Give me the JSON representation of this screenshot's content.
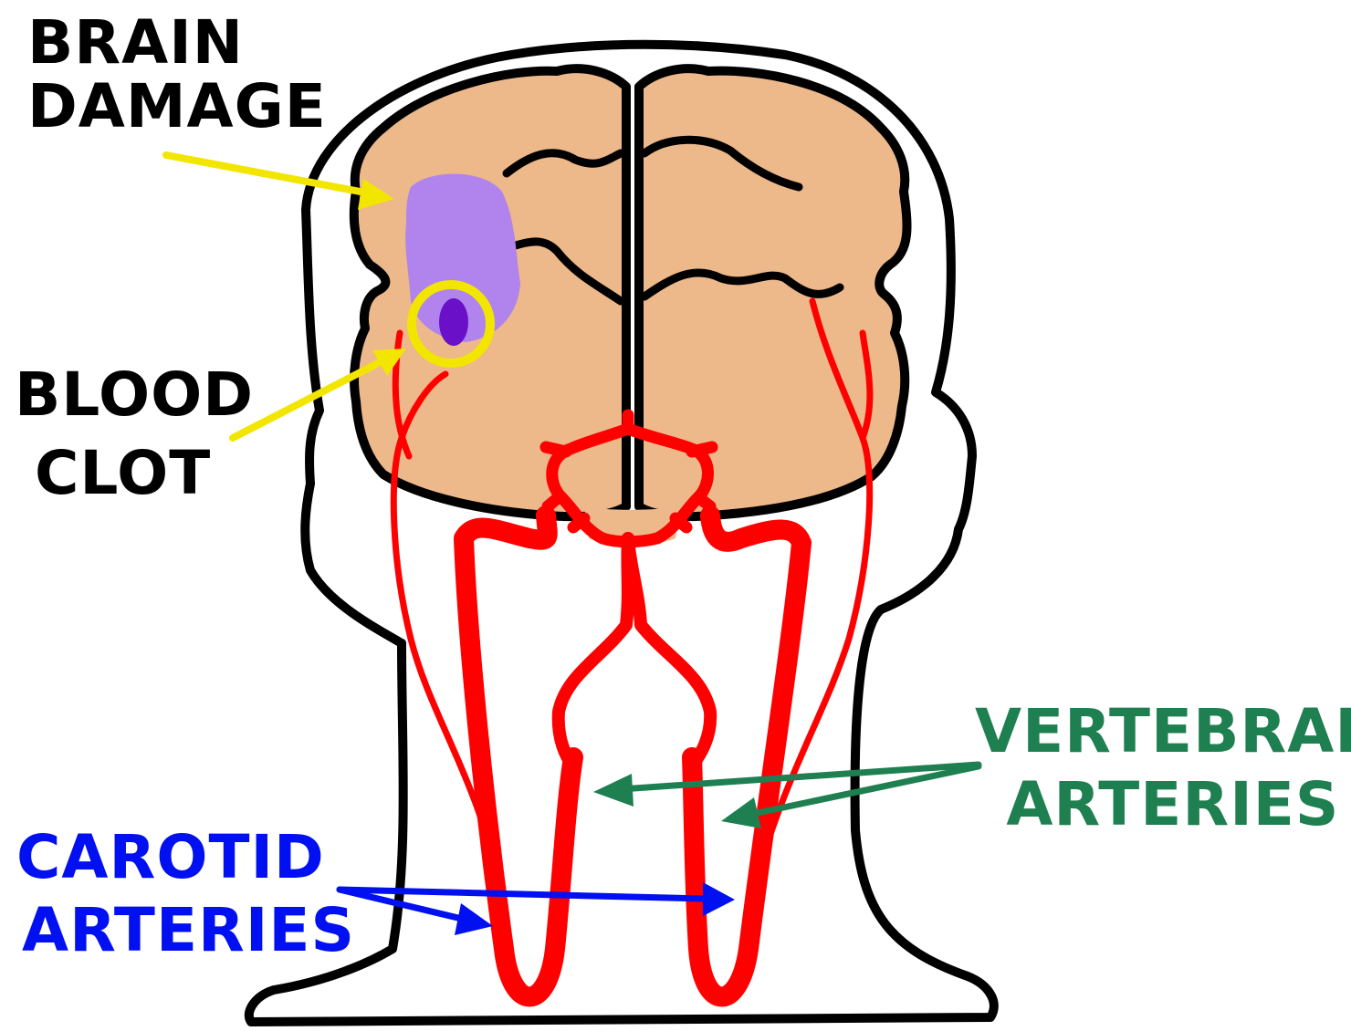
{
  "labels": {
    "brain_damage": {
      "line1": "BRAIN",
      "line2": "DAMAGE"
    },
    "blood_clot": {
      "line1": "BLOOD",
      "line2": "CLOT"
    },
    "carotid": {
      "line1": "CAROTID",
      "line2": "ARTERIES"
    },
    "vertebral": {
      "line1": "VERTEBRAL",
      "line2": "ARTERIES"
    }
  },
  "colors": {
    "brain": "#EDB88A",
    "outline": "#000000",
    "artery": "#FF0000",
    "damage": "#B084EC",
    "clot": "#6A10C8",
    "yellow_annotation": "#F2E600",
    "carotid_label": "#0010F0",
    "vertebral_label": "#1E7F50"
  }
}
